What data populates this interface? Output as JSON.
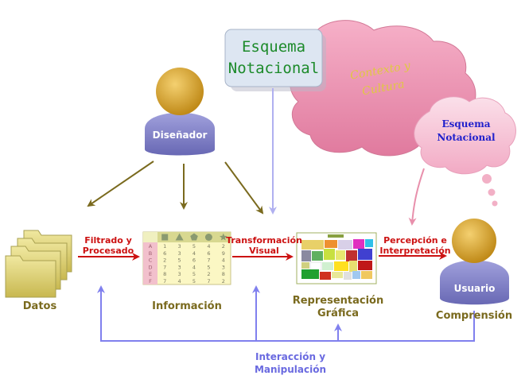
{
  "labels": {
    "designer": "Diseñador",
    "user": "Usuario",
    "data": "Datos",
    "information": "Información",
    "representation_line1": "Representación",
    "representation_line2": "Gráfica",
    "comprehension": "Comprensión",
    "filtering_line1": "Filtrado y",
    "filtering_line2": "Procesado",
    "transformation_line1": "Transformación",
    "transformation_line2": "Visual",
    "perception_line1": "Percepción e",
    "perception_line2": "Interpretación",
    "interaction_line1": "Interacción y",
    "interaction_line2": "Manipulación",
    "schema_line1": "Esquema",
    "schema_line2": "Notacional",
    "context_line1": "Contexto y",
    "context_line2": "Cultura",
    "thought_line1": "Esquema",
    "thought_line2": "Notacional"
  },
  "info_table": {
    "row_letters": [
      "A",
      "B",
      "C",
      "D",
      "E",
      "F"
    ],
    "rows": [
      [
        "1",
        "3",
        "5",
        "4",
        "2"
      ],
      [
        "6",
        "3",
        "4",
        "6",
        "9"
      ],
      [
        "2",
        "5",
        "6",
        "7",
        "4"
      ],
      [
        "7",
        "3",
        "4",
        "5",
        "3"
      ],
      [
        "8",
        "3",
        "5",
        "2",
        "8"
      ],
      [
        "7",
        "4",
        "5",
        "7",
        "2"
      ]
    ],
    "header_icons": [
      "square-icon",
      "triangle-icon",
      "pentagon-icon",
      "circle-icon",
      "star-icon"
    ]
  },
  "colors": {
    "olive": "#7a6a1e",
    "red_arrow": "#cc1111",
    "blue_arrow": "#8080ee",
    "person_body": "#8a8acc",
    "person_head": "#d8a428",
    "cloud_pink": "#ec9ab4",
    "thought_pink": "#f5c4d4",
    "green_text": "#1c8a2a",
    "navy_text": "#2020cc",
    "yellow_text": "#e0c840"
  }
}
